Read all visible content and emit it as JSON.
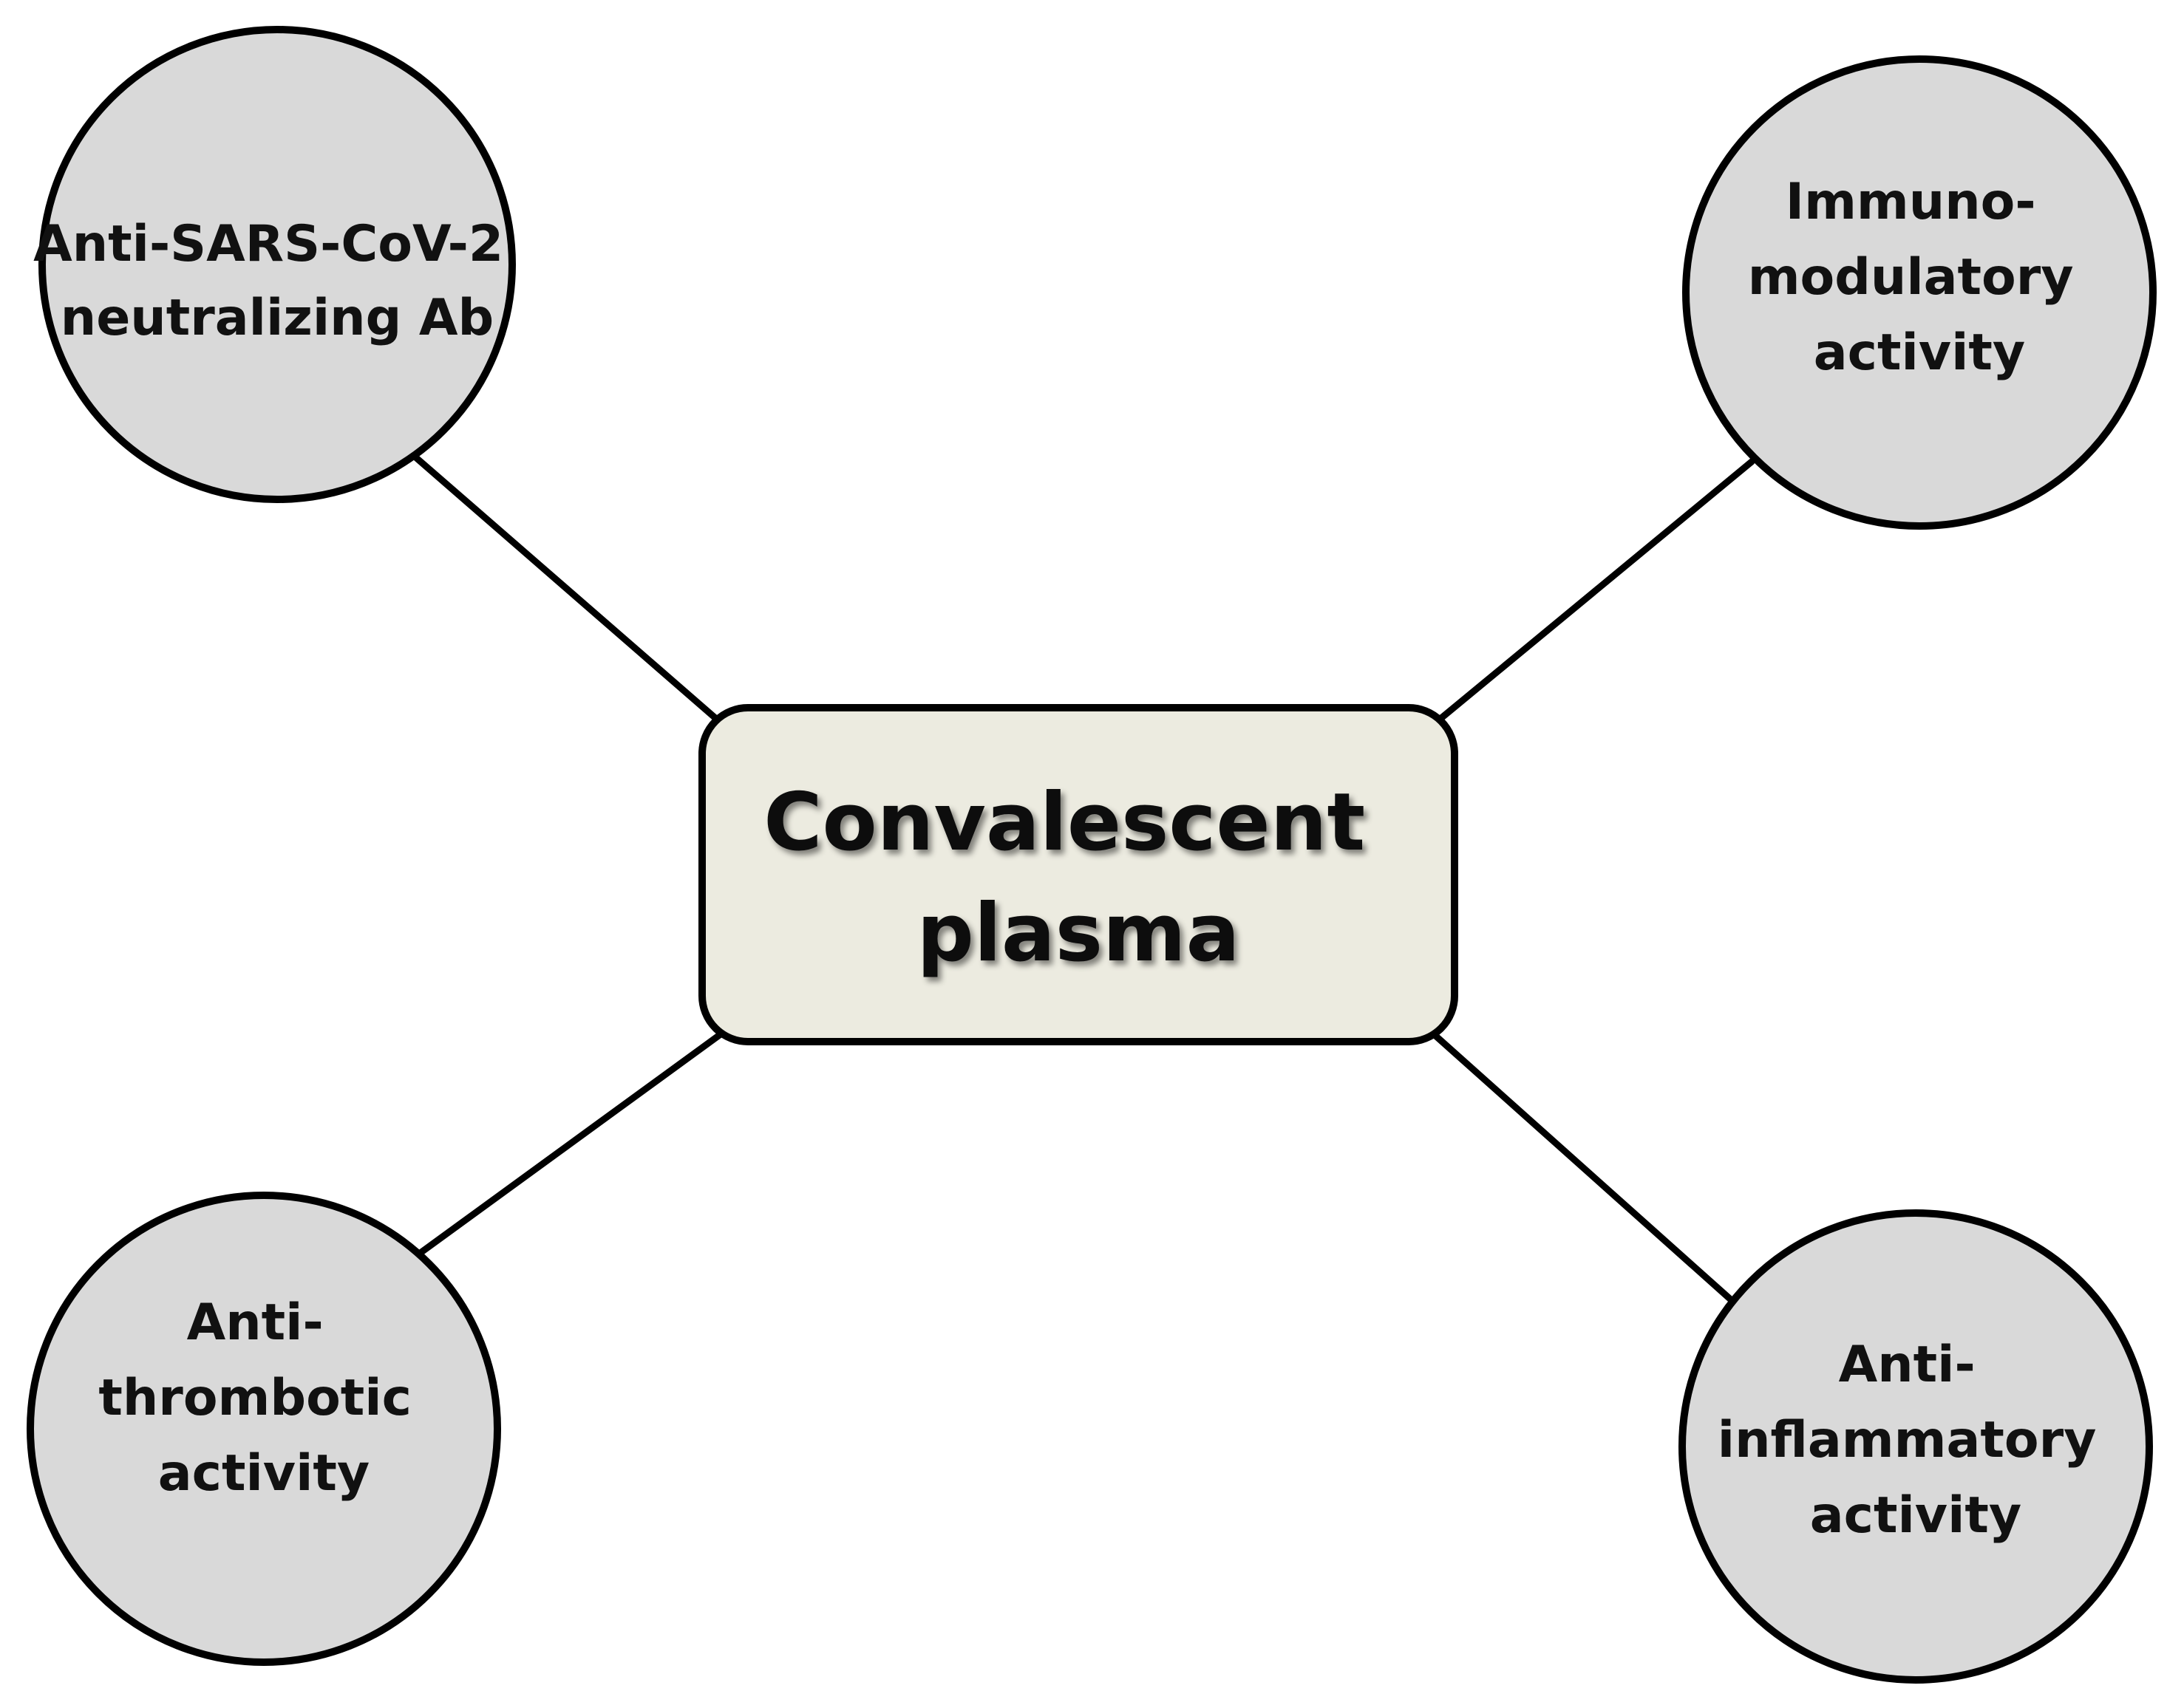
{
  "center": {
    "lines": [
      "Convalescent",
      "plasma"
    ],
    "fill": "#ecebe0"
  },
  "nodes": {
    "top_left": {
      "lines": [
        "Anti-SARS-CoV-2",
        "neutralizing Ab"
      ]
    },
    "top_right": {
      "lines": [
        "Immuno-",
        "modulatory",
        "activity"
      ]
    },
    "bottom_left": {
      "lines": [
        "Anti-",
        "thrombotic",
        "activity"
      ]
    },
    "bottom_right": {
      "lines": [
        "Anti-",
        "inflammatory",
        "activity"
      ]
    }
  },
  "colors": {
    "circle_fill": "#d9d9d9",
    "stroke": "#000000",
    "text": "#111111"
  }
}
